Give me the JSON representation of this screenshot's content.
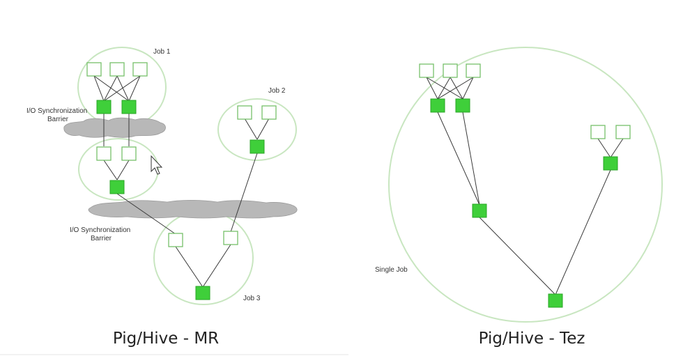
{
  "left_panel": {
    "caption": "Pig/Hive - MR",
    "job1_label": "Job 1",
    "job2_label": "Job 2",
    "job3_label": "Job 3",
    "barrier_label_1": [
      "I/O Synchronization",
      "Barrier"
    ],
    "barrier_label_2": [
      "I/O Synchronization",
      "Barrier"
    ]
  },
  "right_panel": {
    "caption": "Pig/Hive - Tez",
    "single_job_label": "Single Job"
  },
  "colors": {
    "process_node": "#3fcf3a",
    "input_node_border": "#76c06a",
    "job_ring": "#c8e6c0",
    "barrier_cloud": "#b8b8b8"
  }
}
